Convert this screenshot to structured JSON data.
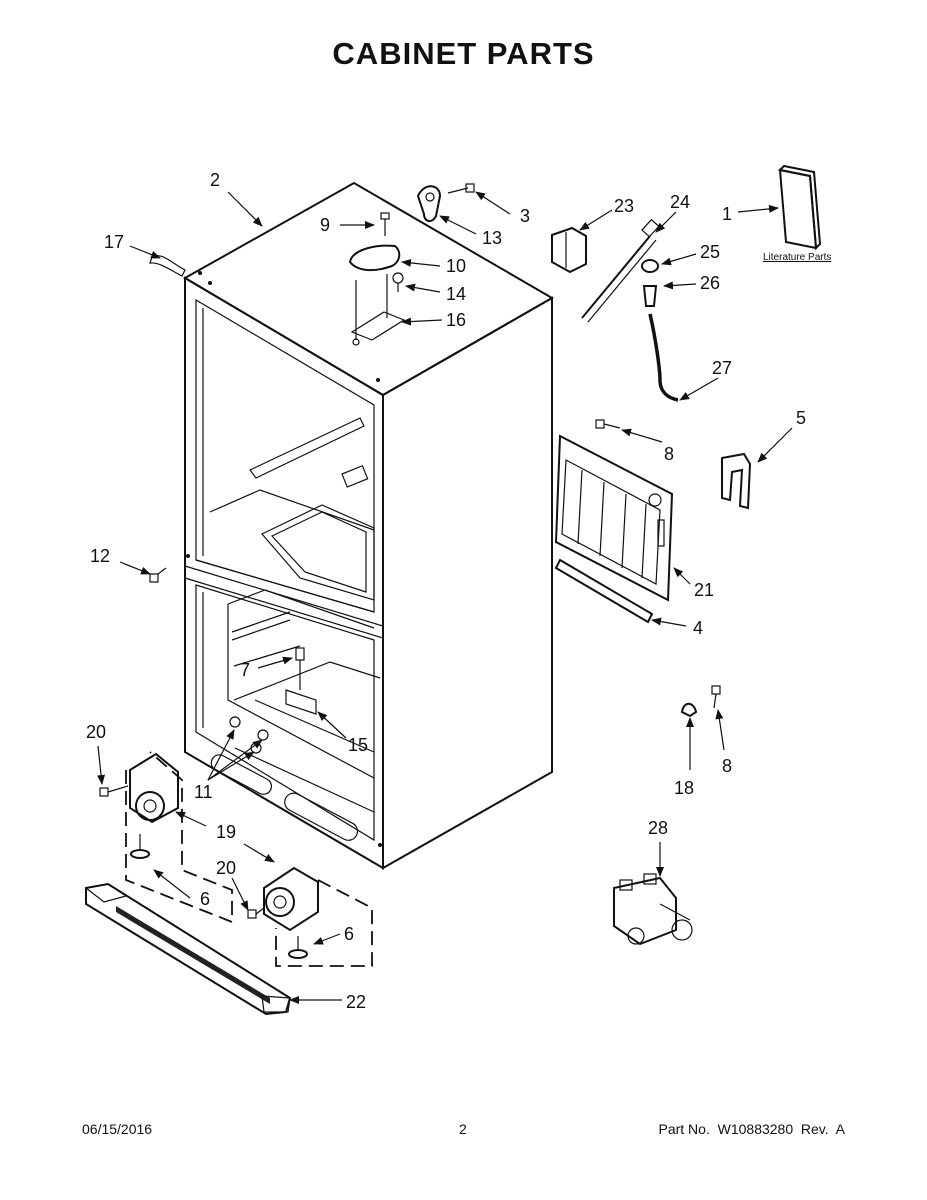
{
  "title": "CABINET PARTS",
  "literature_label": "Literature Parts",
  "callouts": [
    {
      "id": "c1",
      "text": "1"
    },
    {
      "id": "c2",
      "text": "2"
    },
    {
      "id": "c3",
      "text": "3"
    },
    {
      "id": "c4",
      "text": "4"
    },
    {
      "id": "c5",
      "text": "5"
    },
    {
      "id": "c6a",
      "text": "6"
    },
    {
      "id": "c6b",
      "text": "6"
    },
    {
      "id": "c7",
      "text": "7"
    },
    {
      "id": "c8a",
      "text": "8"
    },
    {
      "id": "c8b",
      "text": "8"
    },
    {
      "id": "c9",
      "text": "9"
    },
    {
      "id": "c10",
      "text": "10"
    },
    {
      "id": "c11",
      "text": "11"
    },
    {
      "id": "c12",
      "text": "12"
    },
    {
      "id": "c13",
      "text": "13"
    },
    {
      "id": "c14",
      "text": "14"
    },
    {
      "id": "c15",
      "text": "15"
    },
    {
      "id": "c16",
      "text": "16"
    },
    {
      "id": "c17",
      "text": "17"
    },
    {
      "id": "c18",
      "text": "18"
    },
    {
      "id": "c19",
      "text": "19"
    },
    {
      "id": "c20a",
      "text": "20"
    },
    {
      "id": "c20b",
      "text": "20"
    },
    {
      "id": "c21",
      "text": "21"
    },
    {
      "id": "c22",
      "text": "22"
    },
    {
      "id": "c23",
      "text": "23"
    },
    {
      "id": "c24",
      "text": "24"
    },
    {
      "id": "c25",
      "text": "25"
    },
    {
      "id": "c26",
      "text": "26"
    },
    {
      "id": "c27",
      "text": "27"
    },
    {
      "id": "c28",
      "text": "28"
    }
  ],
  "footer": {
    "date": "06/15/2016",
    "page": "2",
    "part_no": "Part No.  W10883280  Rev.  A"
  }
}
